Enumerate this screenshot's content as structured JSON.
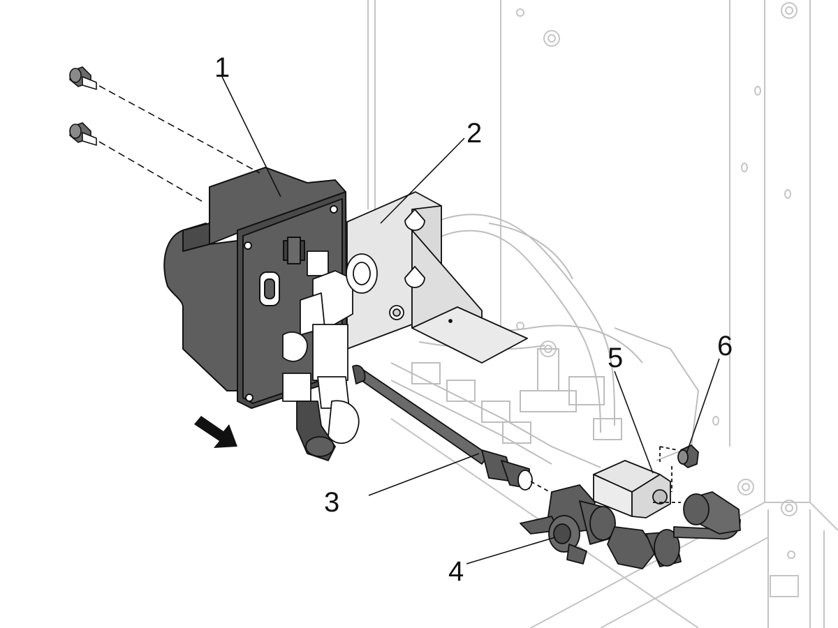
{
  "callouts": {
    "c1": "1",
    "c2": "2",
    "c3": "3",
    "c4": "4",
    "c5": "5",
    "c6": "6"
  },
  "colors": {
    "dark_part": "#5e5e5e",
    "dark_part_shade": "#4a4a4a",
    "light_part": "#e6e6e6",
    "line": "#111111",
    "ghost_line": "#c4c4c4",
    "background": "#ffffff"
  },
  "icons": [
    "arrow-icon"
  ]
}
